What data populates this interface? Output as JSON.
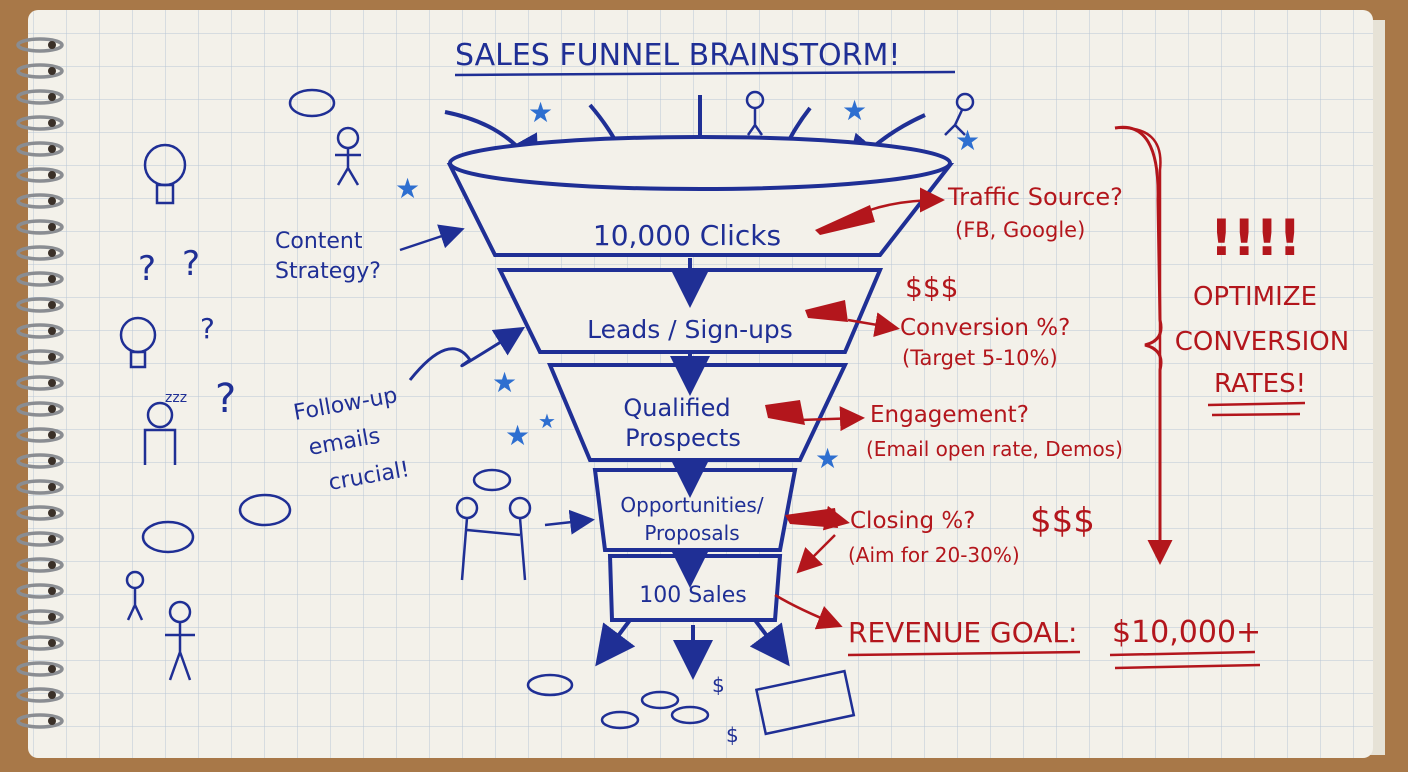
{
  "title": "SALES FUNNEL BRAINSTORM!",
  "funnel": {
    "stages": [
      {
        "lines": [
          "10,000 Clicks"
        ]
      },
      {
        "lines": [
          "Leads / Sign-ups"
        ]
      },
      {
        "lines": [
          "Qualified",
          "Prospects"
        ]
      },
      {
        "lines": [
          "Opportunities/",
          "Proposals"
        ]
      },
      {
        "lines": [
          "100 Sales"
        ]
      }
    ]
  },
  "left_notes": {
    "content_strategy": [
      "Content",
      "Strategy?"
    ],
    "follow_up": [
      "Follow-up",
      "emails",
      "crucial!"
    ]
  },
  "right_notes": {
    "traffic": [
      "Traffic Source?",
      "(FB, Google)"
    ],
    "dollars_1": "$$$",
    "conversion": [
      "Conversion %?",
      "(Target 5-10%)"
    ],
    "engagement": [
      "Engagement?",
      "(Email open rate, Demos)"
    ],
    "closing": [
      "Closing %?",
      "(Aim for 20-30%)"
    ],
    "dollars_2": "$$$",
    "revenue_label": "REVENUE GOAL:",
    "revenue_value": "$10,000+"
  },
  "callout": {
    "exclaim": "!!!!",
    "lines": [
      "OPTIMIZE",
      "CONVERSION",
      "RATES!"
    ]
  },
  "doodles": {
    "question_mark": "?",
    "zzz": "zzz",
    "dollar": "$"
  },
  "colors": {
    "blue_ink": "#1f2f95",
    "red_ink": "#b3161c",
    "paper": "#f3f1ea",
    "grid": "#b9c6d6"
  }
}
